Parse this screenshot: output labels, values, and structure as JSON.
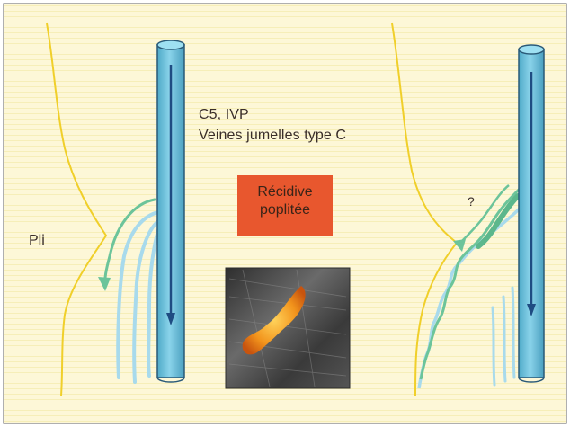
{
  "labels": {
    "caption_line1": "C5, IVP",
    "caption_line2": "Veines jumelles type C",
    "pli": "Pli",
    "question": "?",
    "recidive": "Récidive\npoplitée"
  },
  "colors": {
    "background": "#fdf7d7",
    "stripe": "#f6eeb8",
    "border": "#7a7a7a",
    "vein_fill": "#6ec3dd",
    "vein_edge": "#2a5a78",
    "arrow": "#1f4c82",
    "skin_line": "#f0cf2a",
    "green_vein": "#6cc49a",
    "light_blue_vein": "#a8daec",
    "recidive_box": "#e8572e"
  }
}
